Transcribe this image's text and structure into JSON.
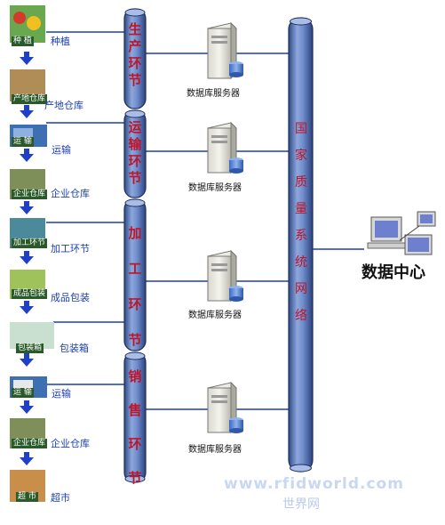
{
  "stages": [
    {
      "caption": "种 植",
      "label": "种植",
      "color": "#6aa84f"
    },
    {
      "caption": "产地仓库",
      "label": "产地仓库",
      "color": "#b08d57"
    },
    {
      "caption": "运 输",
      "label": "运输",
      "color": "#3d6fb3"
    },
    {
      "caption": "企业仓库",
      "label": "企业仓库",
      "color": "#7f8f5a"
    },
    {
      "caption": "加工环节",
      "label": "加工环节",
      "color": "#4a8a9a"
    },
    {
      "caption": "成品包装",
      "label": "成品包装",
      "color": "#9fc35a"
    },
    {
      "caption": "包装箱",
      "label": "包装箱",
      "color": "#c9e0d0"
    },
    {
      "caption": "运 输",
      "label": "运输",
      "color": "#3d6fb3"
    },
    {
      "caption": "企业仓库",
      "label": "企业仓库",
      "color": "#7f8f5a"
    },
    {
      "caption": "超 市",
      "label": "超市",
      "color": "#c98f4a"
    }
  ],
  "pipes": [
    {
      "text": "生产环节"
    },
    {
      "text": "运输环节"
    },
    {
      "text": "加工环节"
    },
    {
      "text": "销售环节"
    }
  ],
  "servers": [
    {
      "label": "数据库服务器"
    },
    {
      "label": "数据库服务器"
    },
    {
      "label": "数据库服务器"
    },
    {
      "label": "数据库服务器"
    }
  ],
  "network": {
    "text": "国家质量系统网络"
  },
  "data_center": {
    "label": "数据中心"
  },
  "watermark": {
    "line1": "www.rfidworld.com",
    "line2": "世界网"
  },
  "colors": {
    "pipe": "#5b78b8",
    "arrow": "#1f3fc8",
    "label": "#1a3fb0",
    "pipe_text": "#c0142a"
  }
}
